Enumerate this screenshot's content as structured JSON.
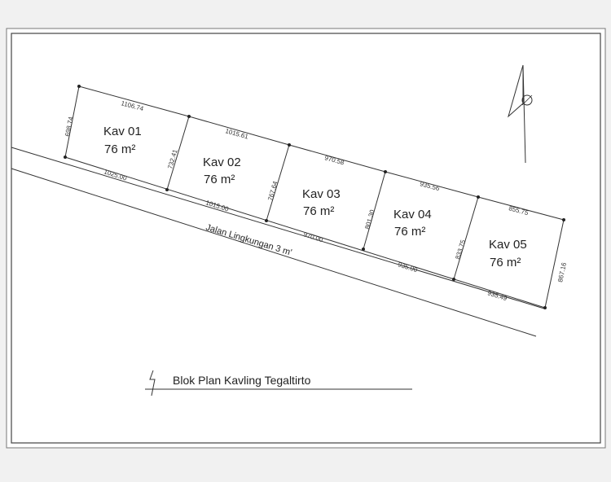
{
  "title": "Blok Plan Kavling Tegaltirto",
  "road_label": "Jalan Lingkungan 3 m'",
  "lots": [
    {
      "name": "Kav 01",
      "area": "76 m²"
    },
    {
      "name": "Kav 02",
      "area": "76 m²"
    },
    {
      "name": "Kav 03",
      "area": "76 m²"
    },
    {
      "name": "Kav 04",
      "area": "76 m²"
    },
    {
      "name": "Kav 05",
      "area": "76 m²"
    }
  ],
  "dimensions": {
    "top": [
      "1106.74",
      "1015.61",
      "970.58",
      "935.56",
      "855.75"
    ],
    "bottom": [
      "1025.00",
      "1015.00",
      "970.00",
      "935.00",
      "935.49"
    ],
    "sides": [
      "698.74",
      "732.41",
      "767.64",
      "801.30",
      "833.75",
      "867.16"
    ]
  },
  "colors": {
    "line": "#333333",
    "paper": "#ffffff",
    "background": "#f1f1f1"
  },
  "icons": [
    "north-arrow-icon",
    "title-block-arrow-icon"
  ]
}
